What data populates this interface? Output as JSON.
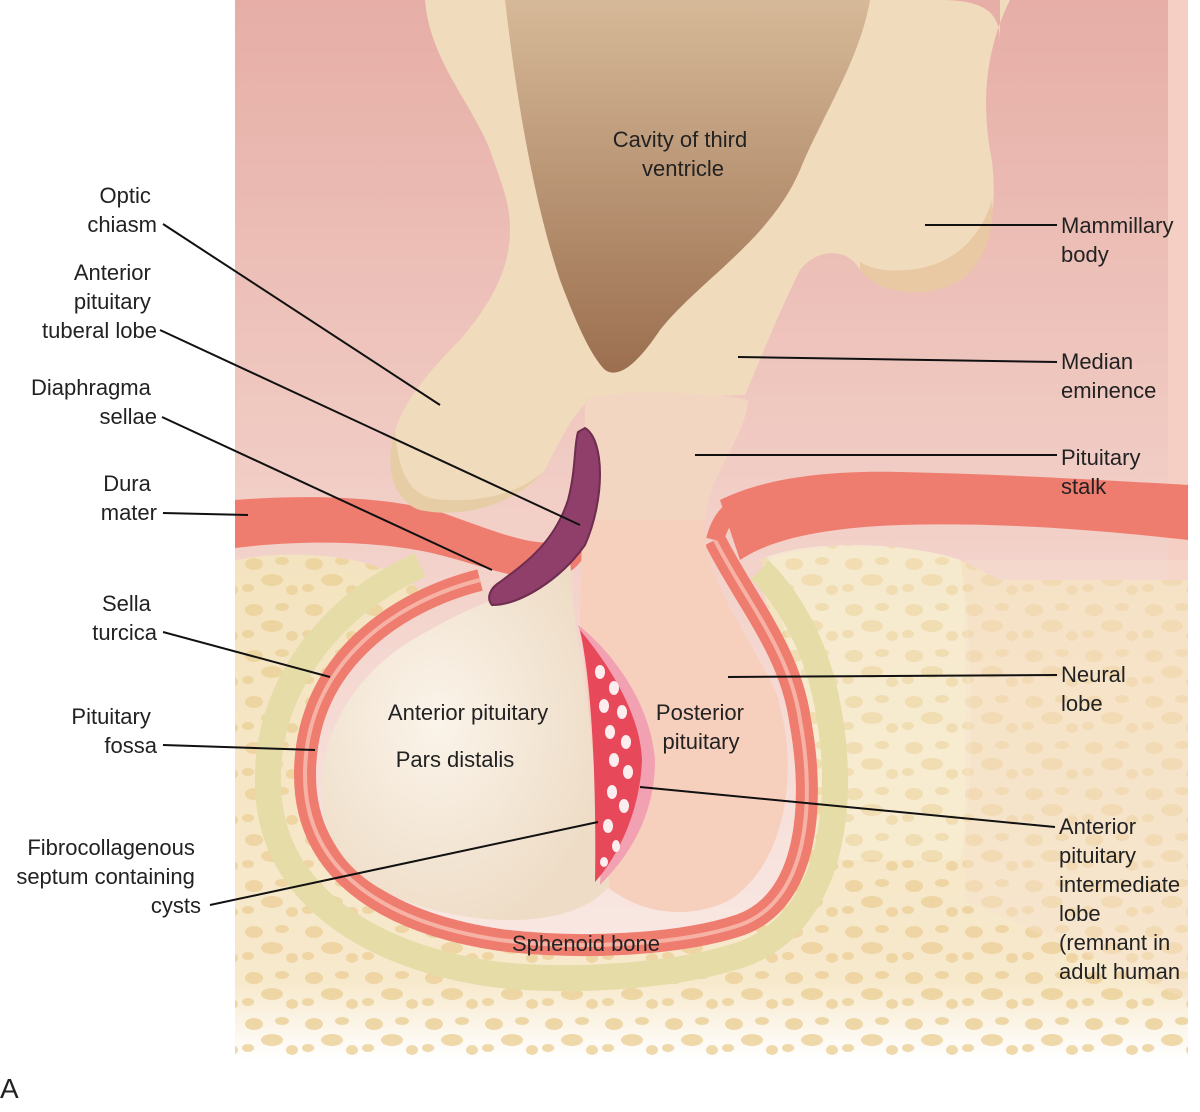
{
  "colors": {
    "background_top": "#e8b8b0",
    "background_bottom": "#fbeeea",
    "brain_tissue": "#f0dcbc",
    "ventricle": "#a67c5a",
    "dura": "#ef7d6f",
    "dura_light": "#f7a99d",
    "bone": "#f5e6c4",
    "bone_pore": "#f1d7a4",
    "anterior_pituitary": "#f7ead7",
    "posterior_pituitary": "#f5d0bd",
    "tuberal_lobe": "#8f3f6a",
    "septum": "#e8495a"
  },
  "labels": {
    "cavity_third_ventricle": [
      "Cavity of third",
      "ventricle"
    ],
    "optic_chiasm": [
      "Optic",
      "chiasm"
    ],
    "anterior_pituitary_tuberal_lobe": [
      "Anterior",
      "pituitary",
      "tuberal lobe"
    ],
    "diaphragma_sellae": [
      "Diaphragma",
      "sellae"
    ],
    "dura_mater": [
      "Dura",
      "mater"
    ],
    "sella_turcica": [
      "Sella",
      "turcica"
    ],
    "pituitary_fossa": [
      "Pituitary",
      "fossa"
    ],
    "fibrocollagenous_septum": [
      "Fibrocollagenous",
      "septum containing",
      "cysts"
    ],
    "mammillary_body": [
      "Mammillary",
      "body"
    ],
    "median_eminence": [
      "Median",
      "eminence"
    ],
    "pituitary_stalk": [
      "Pituitary",
      "stalk"
    ],
    "neural_lobe": [
      "Neural",
      "lobe"
    ],
    "anterior_pituitary_intermediate_lobe": [
      "Anterior",
      "pituitary",
      "intermediate",
      "lobe",
      "(remnant in",
      "adult human"
    ],
    "anterior_pituitary": "Anterior pituitary",
    "pars_distalis": "Pars distalis",
    "posterior_pituitary": [
      "Posterior",
      "pituitary"
    ],
    "sphenoid_bone": "Sphenoid bone",
    "panel_letter": "A"
  }
}
